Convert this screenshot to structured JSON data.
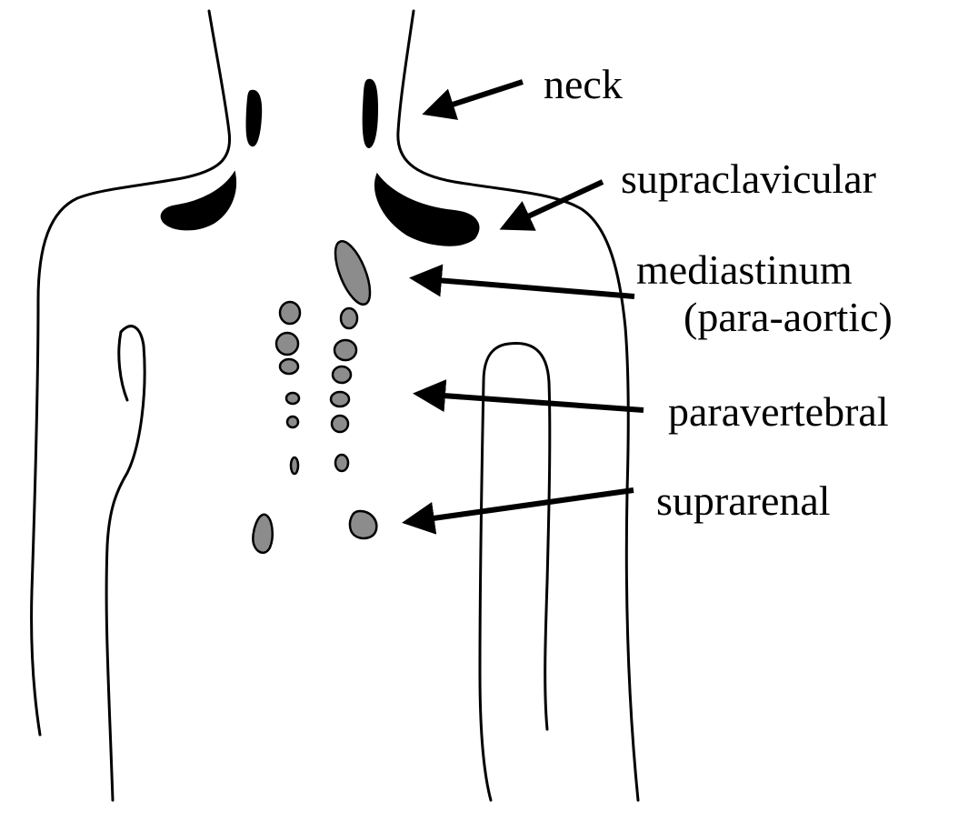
{
  "labels": {
    "neck": "neck",
    "supraclavicular": "supraclavicular",
    "mediastinum": "mediastinum",
    "para_aortic": "(para-aortic)",
    "paravertebral": "paravertebral",
    "suprarenal": "suprarenal"
  },
  "colors": {
    "outline": "#000000",
    "dark_node": "#000000",
    "grey_node": "#8c8c8c",
    "background": "#ffffff"
  }
}
